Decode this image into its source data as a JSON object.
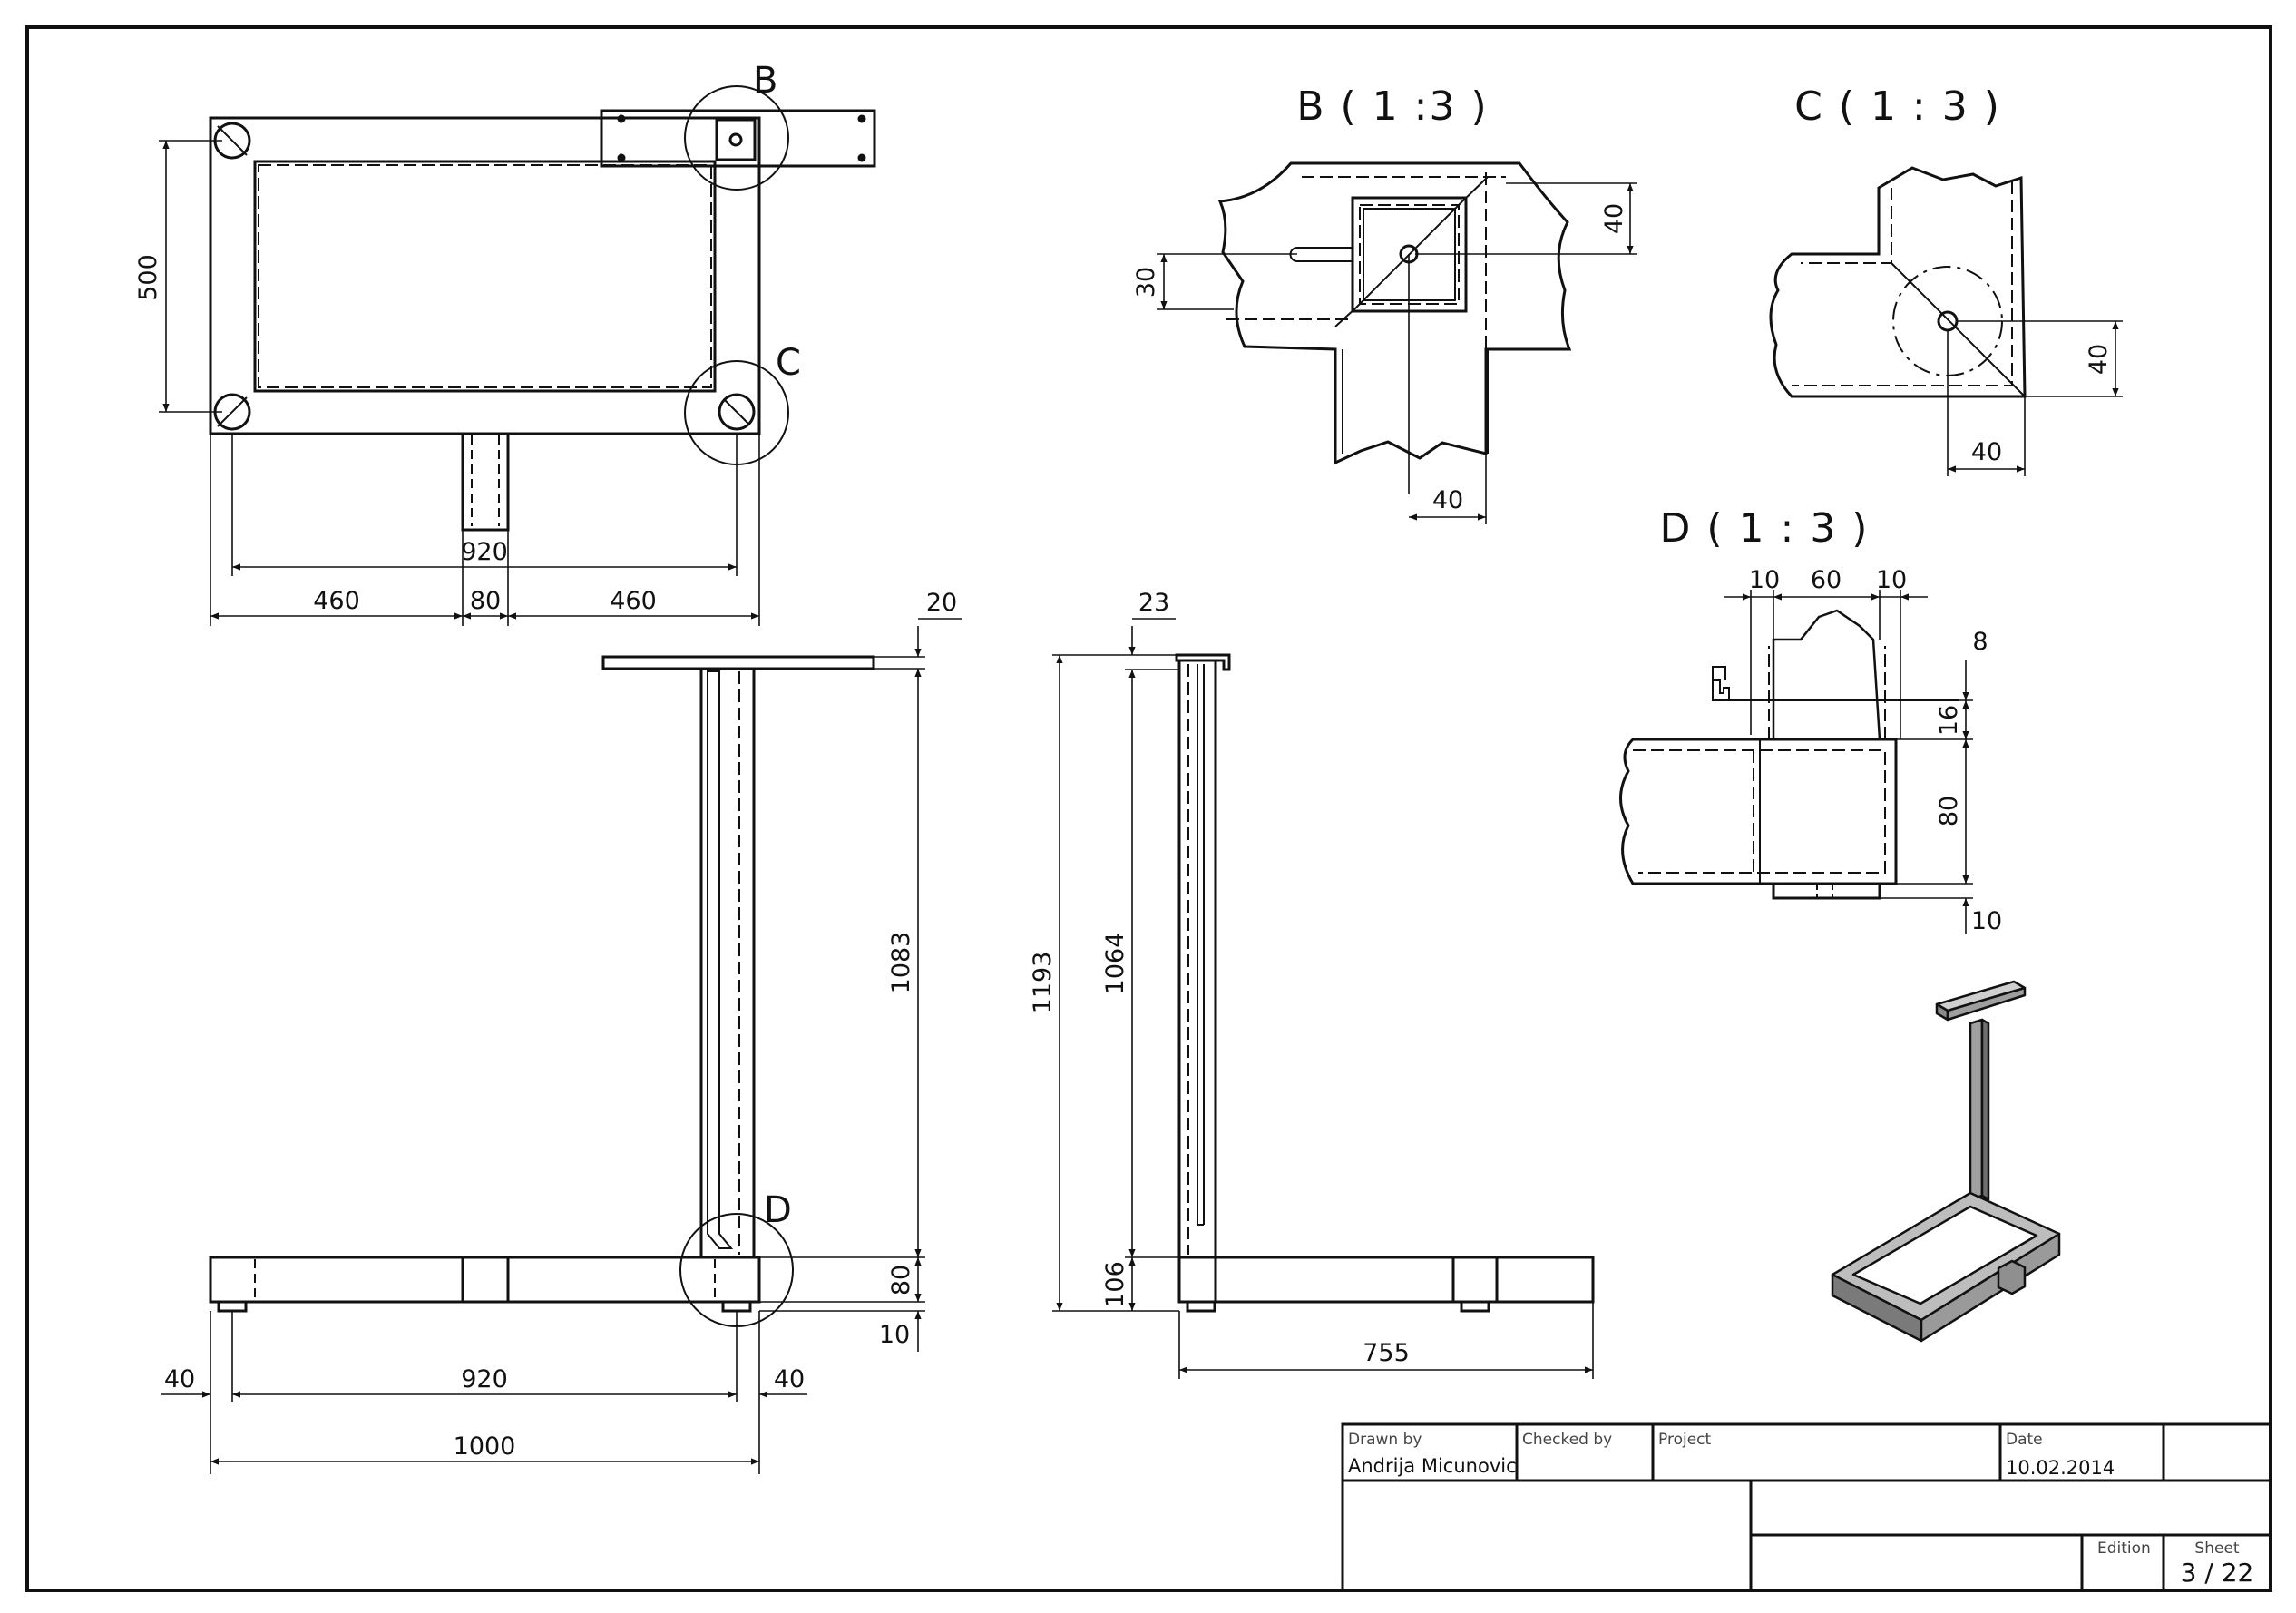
{
  "views": {
    "top": {
      "dims": {
        "height": "500",
        "inner": "920",
        "left": "460",
        "middle": "80",
        "right": "460"
      },
      "detail_labels": {
        "b": "B",
        "c": "C"
      }
    },
    "front": {
      "dims": {
        "height": "1083",
        "plate": "20",
        "base_height": "80",
        "foot": "10",
        "left_offset": "40",
        "span": "920",
        "right_offset": "40",
        "total": "1000"
      },
      "detail_label": "D"
    },
    "side": {
      "dims": {
        "total": "1193",
        "column": "1064",
        "bottom": "106",
        "top_gap": "23",
        "depth": "755"
      }
    }
  },
  "details": {
    "b": {
      "title": "B ( 1 :3 )",
      "dims": {
        "height": "40",
        "offset": "30",
        "width": "40"
      }
    },
    "c": {
      "title": "C ( 1 : 3 )",
      "dims": {
        "height": "40",
        "width": "40"
      }
    },
    "d": {
      "title": "D ( 1 : 3 )",
      "dims": {
        "left": "10",
        "center": "60",
        "right": "10",
        "top": "8",
        "mid": "16",
        "tube": "80",
        "foot": "10"
      }
    }
  },
  "title_block": {
    "drawn_by_label": "Drawn by",
    "drawn_by": "Andrija Micunovic",
    "checked_by_label": "Checked by",
    "project_label": "Project",
    "date_label": "Date",
    "date": "10.02.2014",
    "edition_label": "Edition",
    "sheet_label": "Sheet",
    "sheet": "3 / 22"
  }
}
